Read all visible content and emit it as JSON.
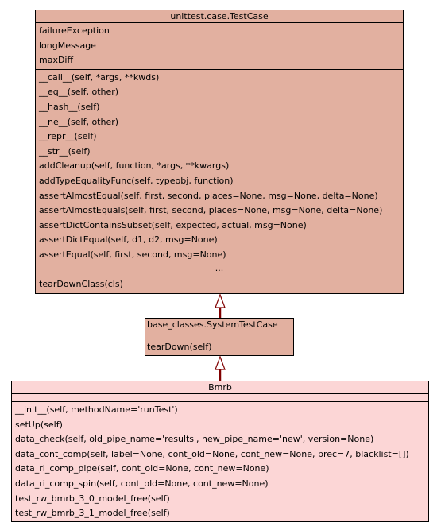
{
  "colors": {
    "parent_class_fill": "#e2b0a0",
    "child_class_fill": "#fcd6d6",
    "border": "#000000",
    "inheritance_line": "#800000"
  },
  "classes": {
    "testcase": {
      "name": "unittest.case.TestCase",
      "attributes": [
        "failureException",
        "longMessage",
        "maxDiff"
      ],
      "methods": [
        "__call__(self, *args, **kwds)",
        "__eq__(self, other)",
        "__hash__(self)",
        "__ne__(self, other)",
        "__repr__(self)",
        "__str__(self)",
        "addCleanup(self, function, *args, **kwargs)",
        "addTypeEqualityFunc(self, typeobj, function)",
        "assertAlmostEqual(self, first, second, places=None, msg=None, delta=None)",
        "assertAlmostEquals(self, first, second, places=None, msg=None, delta=None)",
        "assertDictContainsSubset(self, expected, actual, msg=None)",
        "assertDictEqual(self, d1, d2, msg=None)",
        "assertEqual(self, first, second, msg=None)"
      ],
      "ellipsis": "...",
      "last_method": "tearDownClass(cls)"
    },
    "systemtestcase": {
      "name": "base_classes.SystemTestCase",
      "methods": [
        "tearDown(self)"
      ]
    },
    "bmrb": {
      "name": "Bmrb",
      "methods": [
        "__init__(self, methodName='runTest')",
        "setUp(self)",
        "data_check(self, old_pipe_name='results', new_pipe_name='new', version=None)",
        "data_cont_comp(self, label=None, cont_old=None, cont_new=None, prec=7, blacklist=[])",
        "data_ri_comp_pipe(self, cont_old=None, cont_new=None)",
        "data_ri_comp_spin(self, cont_old=None, cont_new=None)",
        "test_rw_bmrb_3_0_model_free(self)",
        "test_rw_bmrb_3_1_model_free(self)"
      ]
    }
  }
}
